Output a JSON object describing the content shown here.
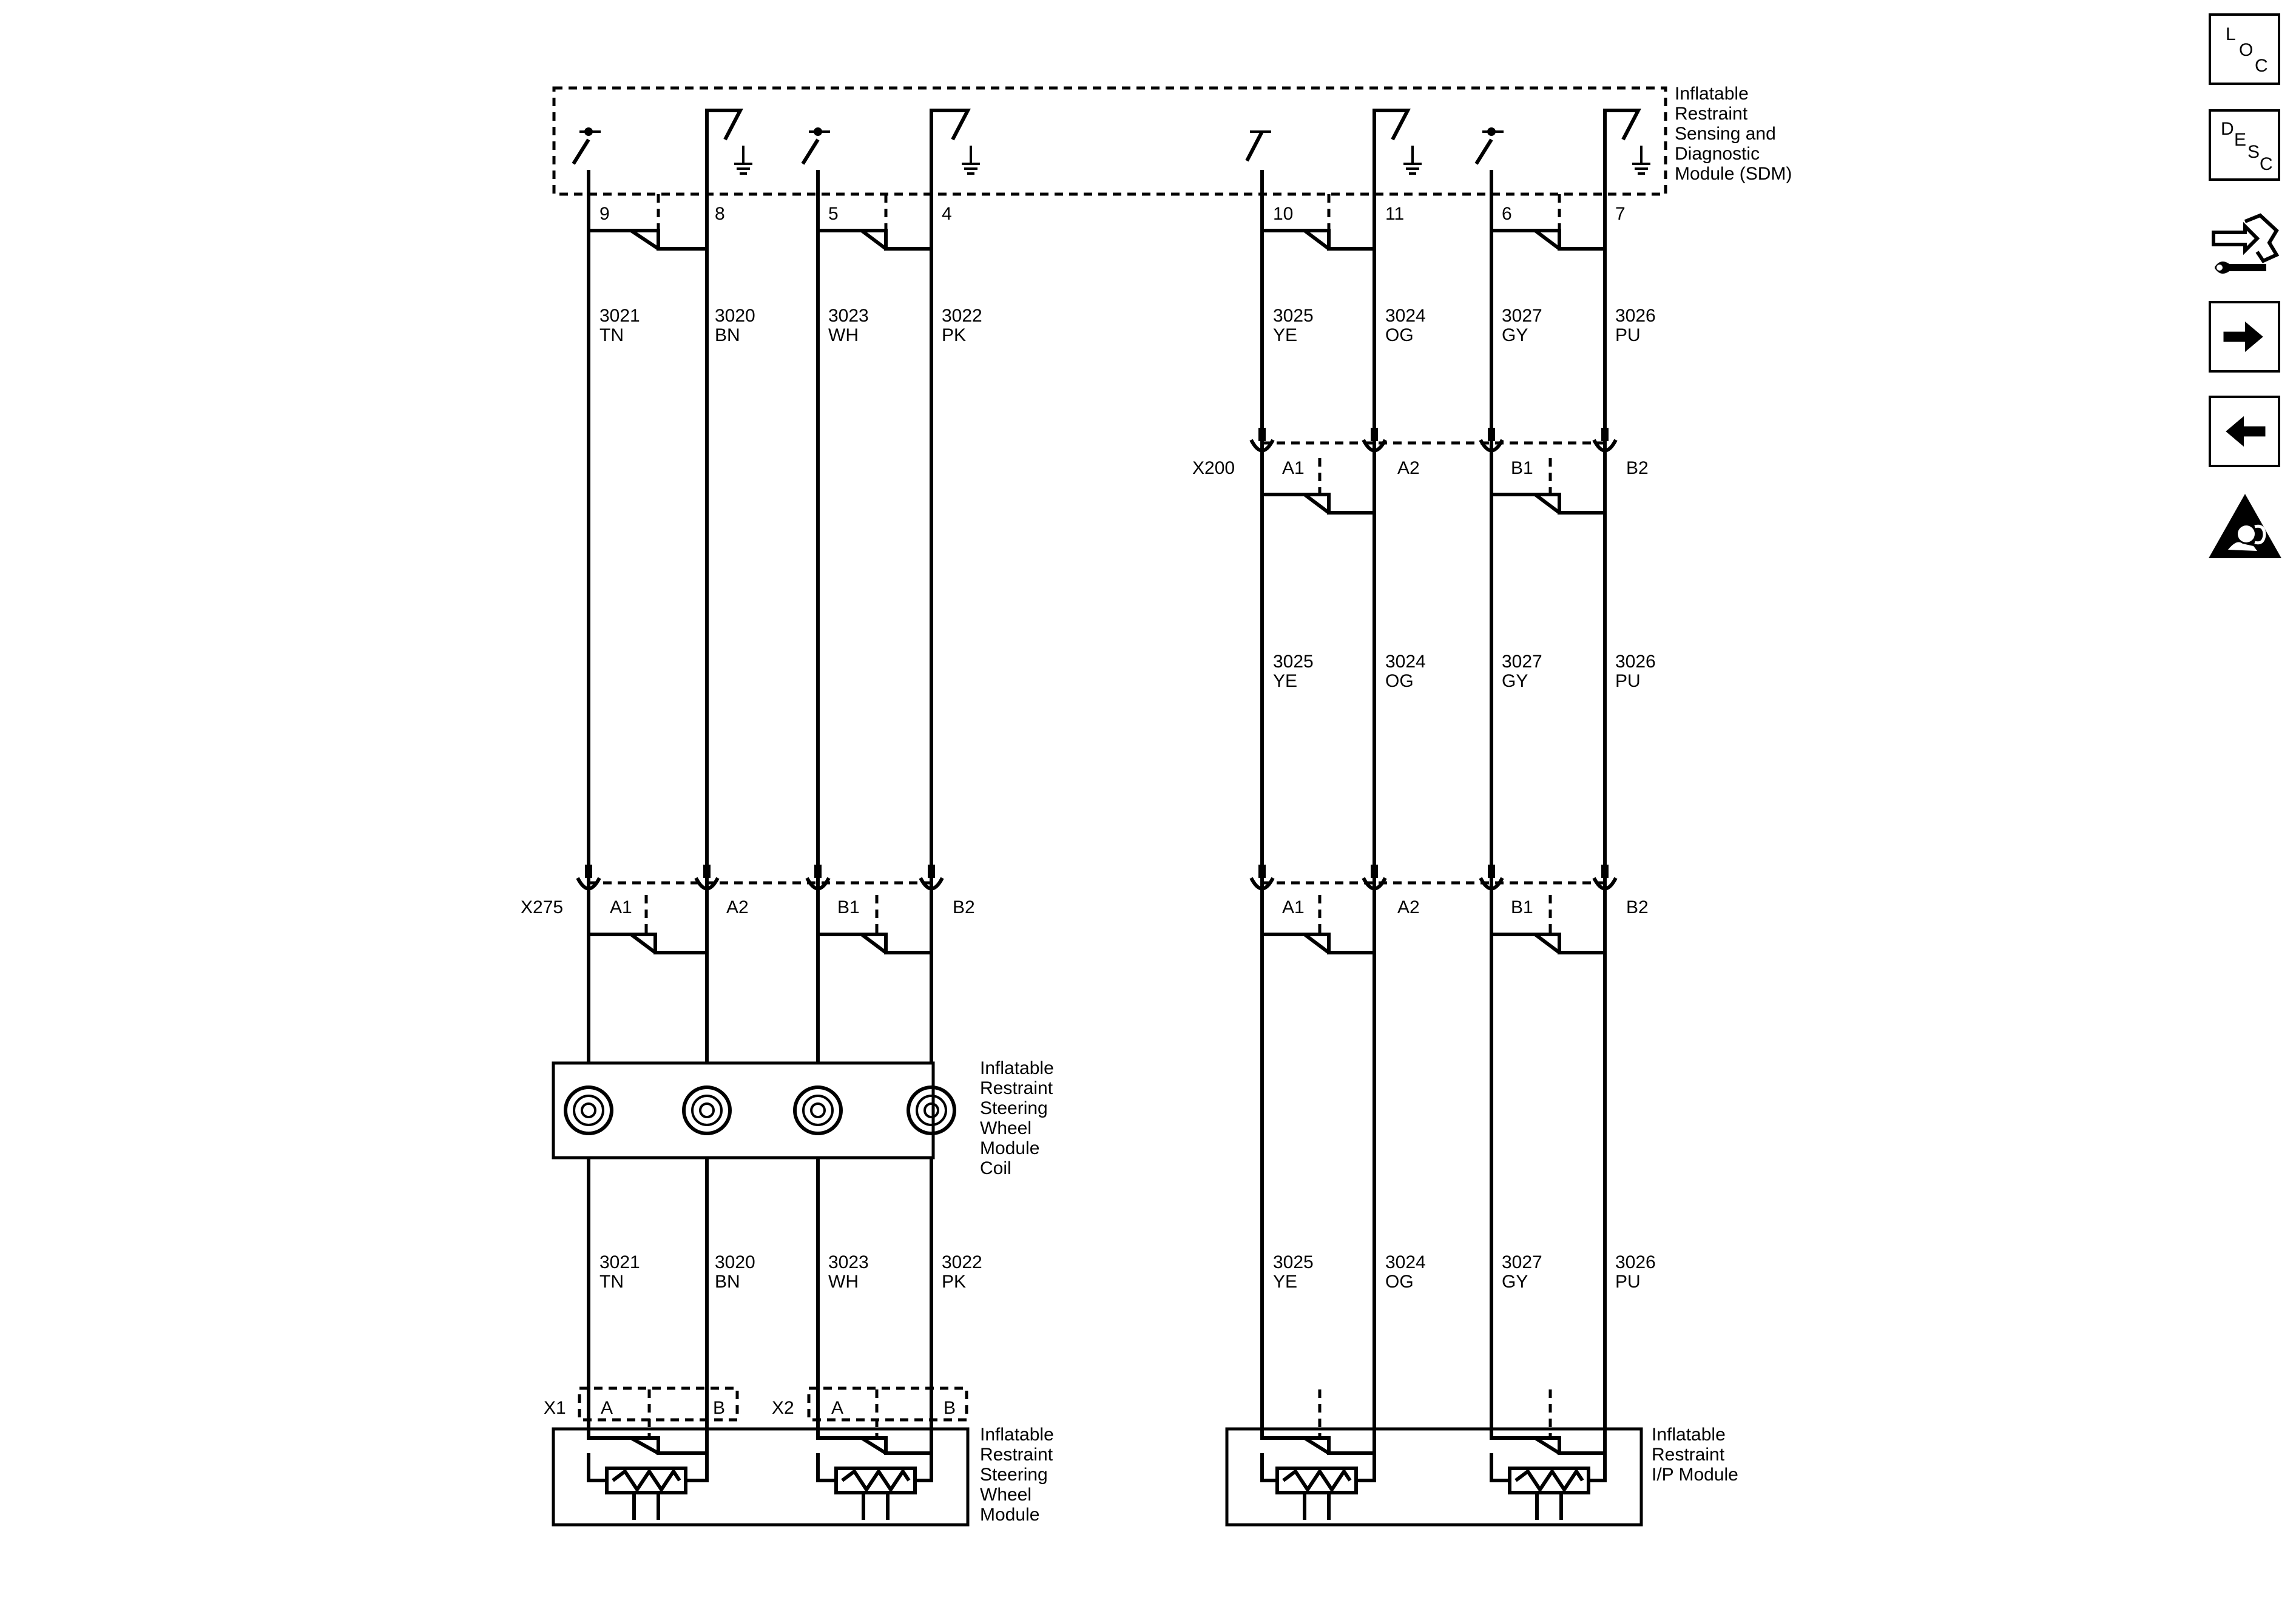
{
  "modules": {
    "sdm": "Inflatable Restraint Sensing and Diagnostic Module (SDM)",
    "coil": "Inflatable Restraint Steering Wheel Module Coil",
    "steering_wheel_module": "Inflatable Restraint Steering Wheel Module",
    "ip_module": "Inflatable Restraint I/P Module"
  },
  "connectors": {
    "x275": "X275",
    "x200": "X200",
    "x1": "X1",
    "x2": "X2"
  },
  "sdm_pins": [
    "9",
    "8",
    "5",
    "4",
    "10",
    "11",
    "6",
    "7"
  ],
  "inline_pins": [
    "A1",
    "A2",
    "B1",
    "B2"
  ],
  "deploy_pins": [
    "A",
    "B"
  ],
  "circuits": [
    {
      "num": "3021",
      "color": "TN"
    },
    {
      "num": "3020",
      "color": "BN"
    },
    {
      "num": "3023",
      "color": "WH"
    },
    {
      "num": "3022",
      "color": "PK"
    },
    {
      "num": "3025",
      "color": "YE"
    },
    {
      "num": "3024",
      "color": "OG"
    },
    {
      "num": "3027",
      "color": "GY"
    },
    {
      "num": "3026",
      "color": "PU"
    }
  ],
  "sidebar": {
    "loc": {
      "l1": "L",
      "l2": "O",
      "l3": "C"
    },
    "desc": {
      "l1": "D",
      "l2": "E",
      "l3": "S",
      "l4": "C"
    }
  }
}
